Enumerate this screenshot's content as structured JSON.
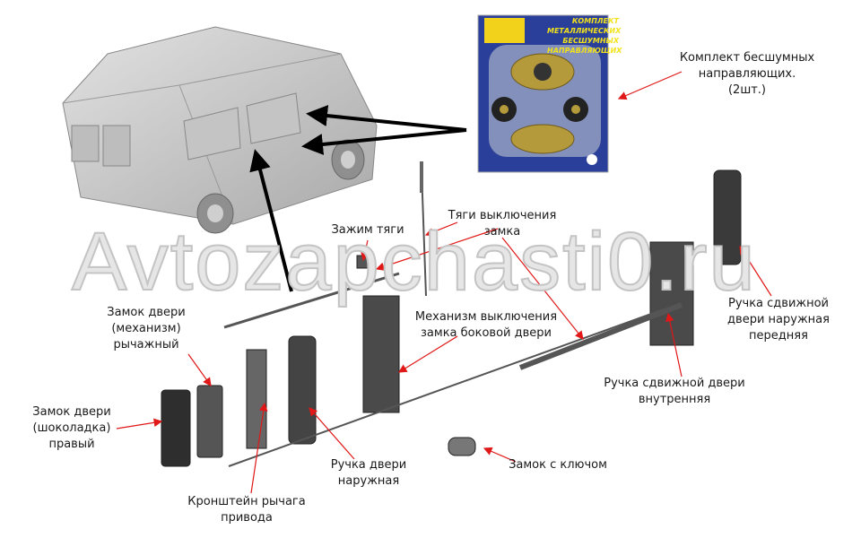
{
  "watermark": "Avtozapchasti0.ru",
  "package": {
    "title_lines": [
      "КОМПЛЕКТ МЕТАЛЛИЧЕСКИХ",
      "БЕСШУМНЫХ",
      "НАПРАВЛЯЮЩИХ"
    ]
  },
  "labels": {
    "silent_guides": [
      "Комплект бесшумных",
      "направляющих.",
      "(2шт.)"
    ],
    "rod_clamp": [
      "Зажим тяги"
    ],
    "release_rods": [
      "Тяги выключения",
      "замка"
    ],
    "release_mechanism": [
      "Механизм выключения",
      "замка боковой двери"
    ],
    "lever_lock": [
      "Замок двери",
      "(механизм)",
      "рычажный"
    ],
    "right_lock": [
      "Замок двери",
      "(шоколадка)",
      "правый"
    ],
    "outer_handle": [
      "Ручка двери",
      "наружная"
    ],
    "drive_bracket": [
      "Кронштейн рычага",
      "привода"
    ],
    "key_lock": [
      "Замок с ключом"
    ],
    "sliding_inner_handle": [
      "Ручка сдвижной двери",
      "внутренняя"
    ],
    "sliding_outer_front_handle": [
      "Ручка сдвижной",
      "двери наружная",
      "передняя"
    ]
  },
  "colors": {
    "arrow": "#e01818",
    "package_bg": "#2a3f9a",
    "text": "#1a1a1a"
  }
}
